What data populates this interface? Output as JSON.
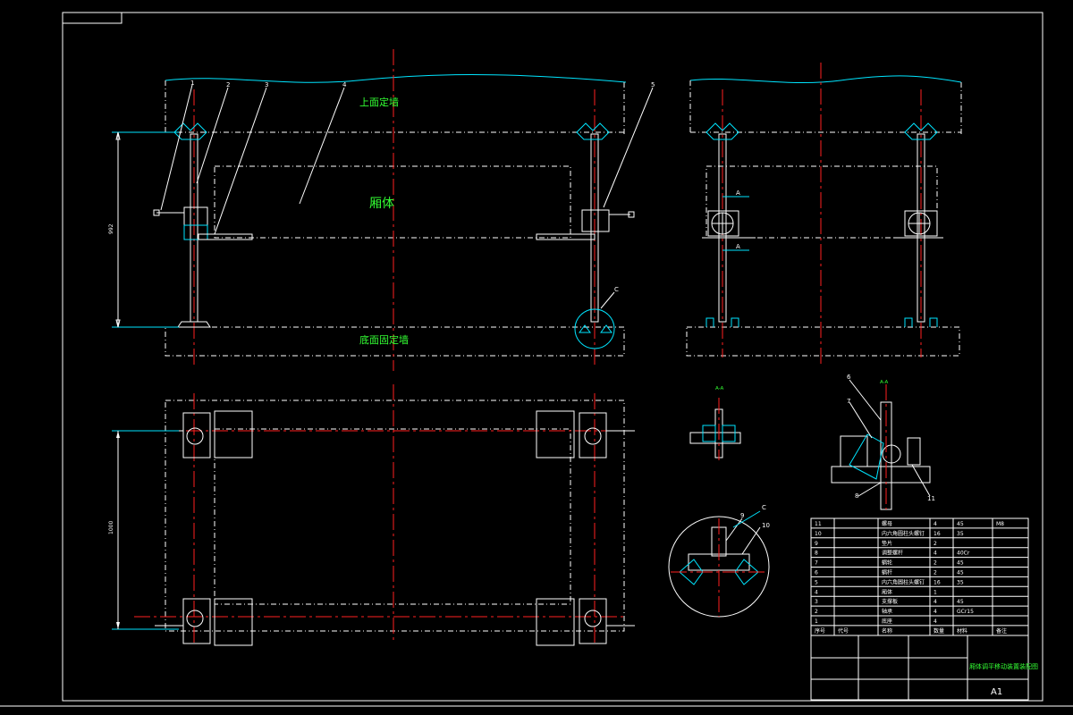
{
  "labels": {
    "top_wall": "上面定墙",
    "body": "厢体",
    "bottom_wall": "底面固定墙",
    "section_aa_1": "A-A",
    "section_aa_2": "A-A",
    "detail_c": "C",
    "detail_c2": "C",
    "arrow_a1": "A",
    "arrow_a2": "A",
    "dim_vertical_1": "992",
    "dim_vertical_2": "1000",
    "sheet_size": "A1",
    "title": "厢体调平移动装置装配图"
  },
  "callouts": [
    "1",
    "2",
    "3",
    "4",
    "5",
    "6",
    "7",
    "8",
    "11",
    "9",
    "10"
  ],
  "bom": [
    {
      "no": "11",
      "name": "螺母",
      "qty": "4",
      "mat": "45",
      "note": "M8"
    },
    {
      "no": "10",
      "name": "内六角圆柱头螺钉",
      "qty": "16",
      "mat": "35",
      "note": ""
    },
    {
      "no": "9",
      "name": "垫片",
      "qty": "2",
      "mat": "",
      "note": ""
    },
    {
      "no": "8",
      "name": "调整螺杆",
      "qty": "4",
      "mat": "40Cr",
      "note": ""
    },
    {
      "no": "7",
      "name": "蜗轮",
      "qty": "2",
      "mat": "45",
      "note": ""
    },
    {
      "no": "6",
      "name": "蜗杆",
      "qty": "2",
      "mat": "45",
      "note": ""
    },
    {
      "no": "5",
      "name": "内六角圆柱头螺钉",
      "qty": "16",
      "mat": "35",
      "note": ""
    },
    {
      "no": "4",
      "name": "厢体",
      "qty": "1",
      "mat": "",
      "note": ""
    },
    {
      "no": "3",
      "name": "支撑板",
      "qty": "4",
      "mat": "45",
      "note": ""
    },
    {
      "no": "2",
      "name": "轴承",
      "qty": "4",
      "mat": "GCr15",
      "note": ""
    },
    {
      "no": "1",
      "name": "底座",
      "qty": "4",
      "mat": "",
      "note": ""
    }
  ],
  "bom_header": [
    "序号",
    "代号",
    "名称",
    "数量",
    "材料",
    "备注"
  ]
}
